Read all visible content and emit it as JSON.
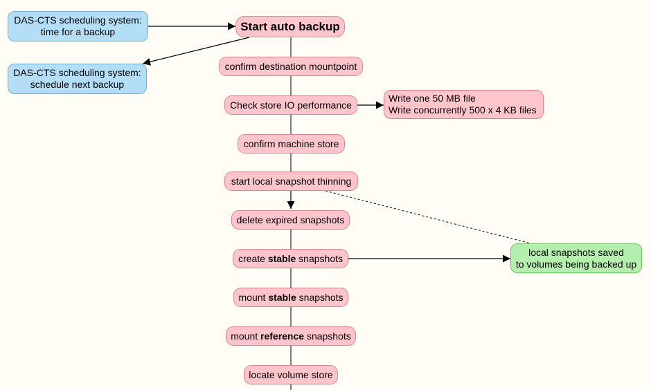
{
  "colors": {
    "background": "#fffdf5",
    "process_node": "#ffc5cd",
    "scheduler_node": "#b3def6",
    "result_node": "#b5efad"
  },
  "scheduler": {
    "trigger": [
      "DAS-CTS scheduling system:",
      "time for a backup"
    ],
    "next": [
      "DAS-CTS scheduling system:",
      "schedule next backup"
    ]
  },
  "start": "Start auto backup",
  "steps": {
    "confirm_destination": "confirm destination mountpoint",
    "check_io": "Check store IO performance",
    "confirm_machine_store": "confirm machine store",
    "thinning": "start local snapshot thinning",
    "delete_expired": "delete expired snapshots",
    "create_stable": {
      "pre": "create ",
      "bold": "stable",
      "post": " snapshots"
    },
    "mount_stable": {
      "pre": "mount ",
      "bold": "stable",
      "post": " snapshots"
    },
    "mount_reference": {
      "pre": "mount ",
      "bold": "reference",
      "post": " snapshots"
    },
    "locate_volume_store": "locate volume store"
  },
  "io_test": [
    "Write one 50 MB file",
    "Write concurrently 500 x 4 KB files"
  ],
  "snapshots_saved": [
    "local snapshots saved",
    "to volumes being backed up"
  ]
}
